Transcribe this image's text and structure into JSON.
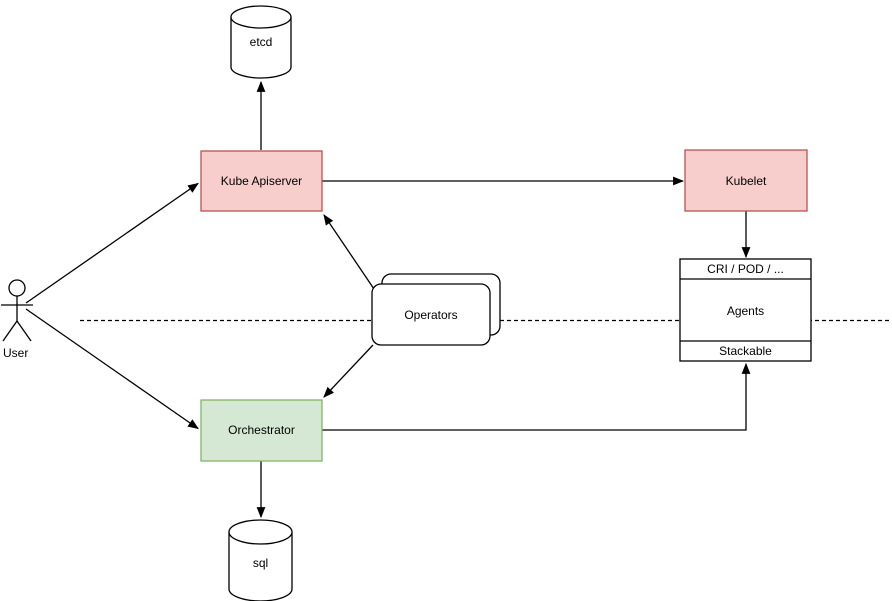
{
  "diagram": {
    "background": "#ffffff",
    "colors": {
      "red_fill": "#f8cecc",
      "red_stroke": "#b85450",
      "green_fill": "#d5e8d4",
      "green_stroke": "#82b366",
      "line": "#000000",
      "text": "#000000"
    },
    "nodes": {
      "user": {
        "label": "User",
        "shape": "actor"
      },
      "etcd": {
        "label": "etcd",
        "shape": "cylinder"
      },
      "kube_apiserver": {
        "label": "Kube Apiserver",
        "shape": "rect",
        "color": "red"
      },
      "kubelet": {
        "label": "Kubelet",
        "shape": "rect",
        "color": "red"
      },
      "operators": {
        "label": "Operators",
        "shape": "stacked-rounded-rect"
      },
      "agents": {
        "shape": "partitioned-rect",
        "rows": {
          "top": "CRI / POD / ...",
          "middle": "Agents",
          "bottom": "Stackable"
        }
      },
      "orchestrator": {
        "label": "Orchestrator",
        "shape": "rect",
        "color": "green"
      },
      "sql": {
        "label": "sql",
        "shape": "cylinder"
      }
    },
    "edges": [
      {
        "from": "user",
        "to": "kube_apiserver",
        "style": "solid-arrow"
      },
      {
        "from": "user",
        "to": "orchestrator",
        "style": "solid-arrow"
      },
      {
        "from": "kube_apiserver",
        "to": "etcd",
        "style": "solid-arrow"
      },
      {
        "from": "kube_apiserver",
        "to": "kubelet",
        "style": "solid-arrow"
      },
      {
        "from": "kubelet",
        "to": "agents",
        "style": "solid-arrow"
      },
      {
        "from": "operators",
        "to": "kube_apiserver",
        "style": "solid-arrow"
      },
      {
        "from": "operators",
        "to": "orchestrator",
        "style": "solid-arrow"
      },
      {
        "from": "orchestrator",
        "to": "sql",
        "style": "solid-arrow"
      },
      {
        "from": "orchestrator",
        "to": "agents_bottom",
        "style": "solid-arrow-elbow"
      },
      {
        "type": "separator",
        "style": "dashed-horizontal-line"
      }
    ]
  }
}
